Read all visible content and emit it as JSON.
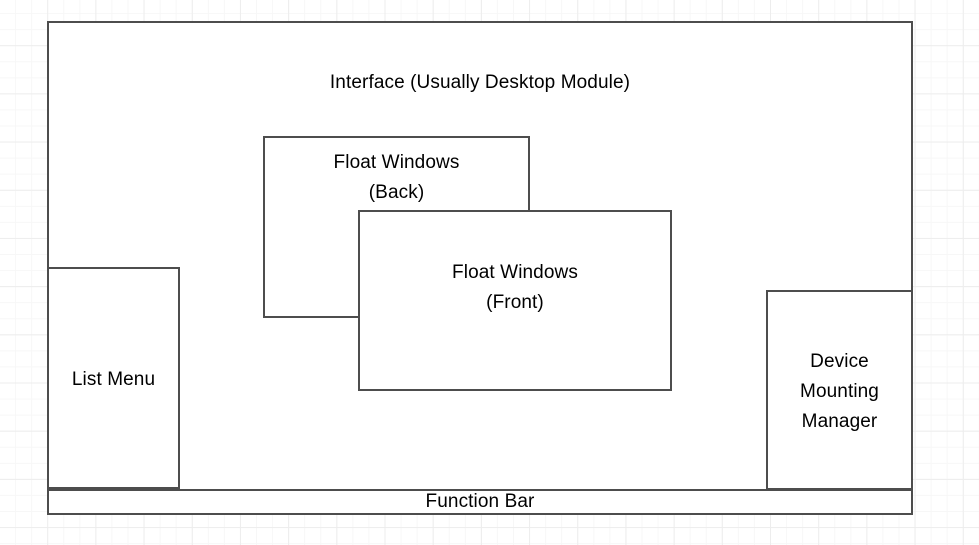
{
  "diagram": {
    "title": "Interface (Usually Desktop Module)",
    "background": {
      "grid_minor_color": "#f7f7f7",
      "grid_major_color": "#ededed",
      "page_color": "#ffffff"
    },
    "style": {
      "box_border_color": "#4d4d4d",
      "box_fill_color": "#ffffff",
      "text_color": "#000000"
    },
    "boxes": {
      "interface": {
        "label": "Interface (Usually Desktop Module)"
      },
      "list_menu": {
        "label": "List Menu"
      },
      "float_window_back": {
        "label": "Float Windows\n(Back)"
      },
      "float_window_front": {
        "label": "Float Windows\n(Front)"
      },
      "device_mounting_manager": {
        "label": "Device\nMounting\nManager"
      },
      "function_bar": {
        "label": "Function Bar"
      }
    }
  }
}
